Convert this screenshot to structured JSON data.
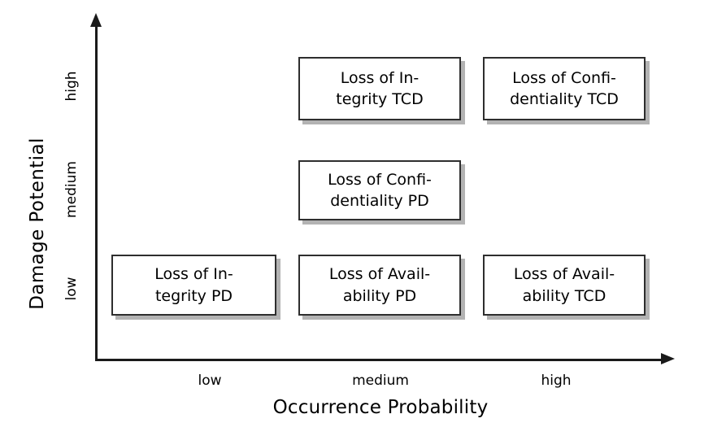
{
  "chart_data": {
    "type": "scatter",
    "title": "",
    "xlabel": "Occurrence Probability",
    "ylabel": "Damage Potential",
    "x_categories": [
      "low",
      "medium",
      "high"
    ],
    "y_categories": [
      "low",
      "medium",
      "high"
    ],
    "grid": false,
    "legend": "none",
    "axis_style": "arrow",
    "points": [
      {
        "label": "Loss of Integrity TCD",
        "line1": "Loss of In-",
        "line2": "tegrity TCD",
        "x": "medium",
        "y": "high"
      },
      {
        "label": "Loss of Confidentiality TCD",
        "line1": "Loss of Confi-",
        "line2": "dentiality TCD",
        "x": "high",
        "y": "high"
      },
      {
        "label": "Loss of Confidentiality PD",
        "line1": "Loss of Confi-",
        "line2": "dentiality PD",
        "x": "medium",
        "y": "medium"
      },
      {
        "label": "Loss of Integrity PD",
        "line1": "Loss of In-",
        "line2": "tegrity PD",
        "x": "low",
        "y": "low"
      },
      {
        "label": "Loss of Availability PD",
        "line1": "Loss of Avail-",
        "line2": "ability PD",
        "x": "medium",
        "y": "low"
      },
      {
        "label": "Loss of Availability TCD",
        "line1": "Loss of Avail-",
        "line2": "ability TCD",
        "x": "high",
        "y": "low"
      }
    ],
    "colors": {
      "axis": "#1a1a1a",
      "box_border": "#2e2e2e",
      "box_fill": "#ffffff",
      "box_shadow": "#b3b3b3",
      "text": "#000000",
      "background": "#ffffff"
    }
  },
  "axes": {
    "y": {
      "title": "Damage Potential",
      "ticks": {
        "high": "high",
        "medium": "medium",
        "low": "low"
      }
    },
    "x": {
      "title": "Occurrence Probability",
      "ticks": {
        "low": "low",
        "medium": "medium",
        "high": "high"
      }
    }
  }
}
